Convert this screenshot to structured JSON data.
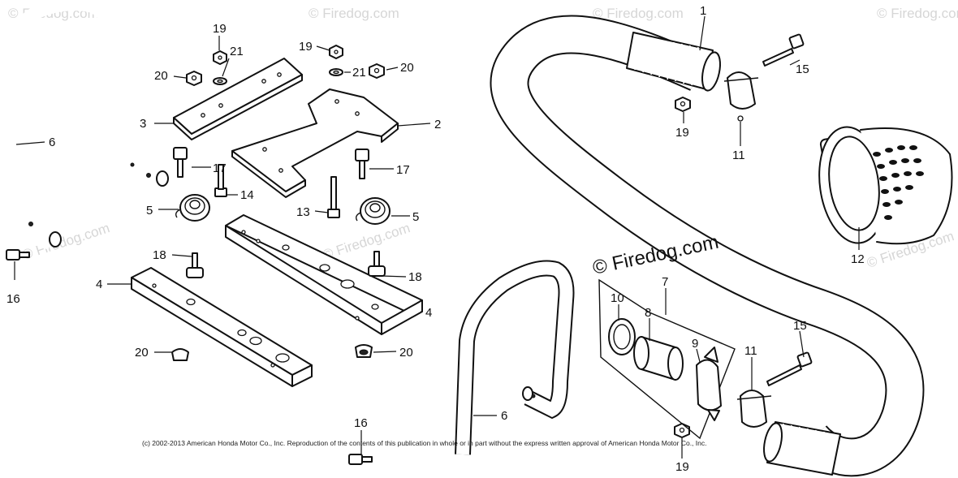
{
  "watermark": {
    "small": "© Firedog.com",
    "main": "© Firedog.com"
  },
  "copyright": "(c) 2002-2013 American Honda Motor Co., Inc. Reproduction of the contents of this publication in whole or in part without the express written approval of American Honda Motor Co., Inc.",
  "callouts": {
    "c1": "1",
    "c2": "2",
    "c3": "3",
    "c4a": "4",
    "c4b": "4",
    "c5a": "5",
    "c5b": "5",
    "c6a": "6",
    "c6b": "6",
    "c7": "7",
    "c8": "8",
    "c9": "9",
    "c10": "10",
    "c11a": "11",
    "c11b": "11",
    "c12": "12",
    "c13": "13",
    "c14": "14",
    "c15a": "15",
    "c15b": "15",
    "c16a": "16",
    "c16b": "16",
    "c17a": "17",
    "c17b": "17",
    "c18a": "18",
    "c18b": "18",
    "c19a": "19",
    "c19b": "19",
    "c19c": "19",
    "c19d": "19",
    "c20a": "20",
    "c20b": "20",
    "c20c": "20",
    "c20d": "20",
    "c21a": "21",
    "c21b": "21"
  }
}
